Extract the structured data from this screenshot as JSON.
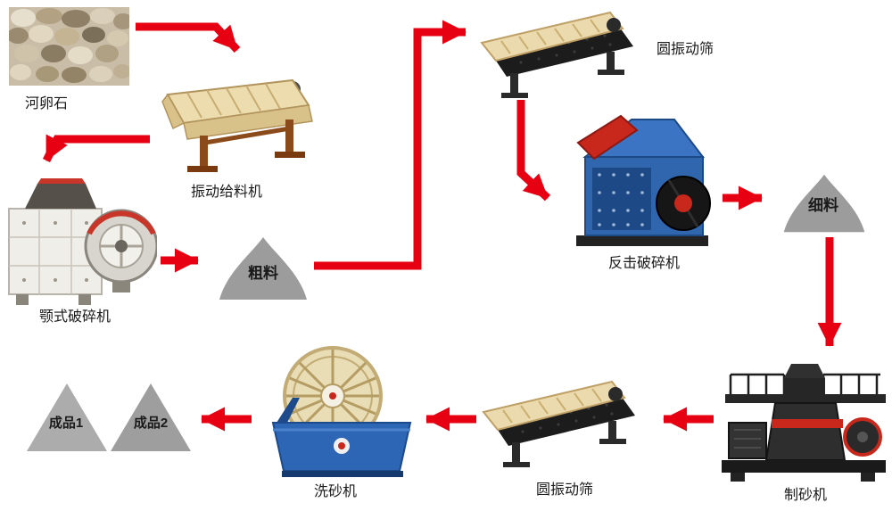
{
  "colors": {
    "arrow": "#e60012",
    "cone_fill": "#9c9c9c",
    "triangle_fill": "#a8a8a8",
    "machine_cream": "#ebdaad",
    "machine_blue": "#2d66b5"
  },
  "nodes": {
    "pebbles": {
      "label": "河卵石"
    },
    "feeder": {
      "label": "振动给料机"
    },
    "jaw_crusher": {
      "label": "颚式破碎机"
    },
    "coarse_material": {
      "label": "粗料"
    },
    "screen_top": {
      "label": "圆振动筛"
    },
    "impact_crusher": {
      "label": "反击破碎机"
    },
    "fine_material": {
      "label": "细料"
    },
    "sand_maker": {
      "label": "制砂机"
    },
    "screen_bottom": {
      "label": "圆振动筛"
    },
    "sand_washer": {
      "label": "洗砂机"
    },
    "product_1": {
      "label": "成品1"
    },
    "product_2": {
      "label": "成品2"
    }
  },
  "flow": [
    {
      "from": "pebbles",
      "to": "feeder"
    },
    {
      "from": "feeder",
      "to": "jaw_crusher"
    },
    {
      "from": "jaw_crusher",
      "to": "coarse_material"
    },
    {
      "from": "coarse_material",
      "to": "screen_top"
    },
    {
      "from": "screen_top",
      "to": "impact_crusher"
    },
    {
      "from": "impact_crusher",
      "to": "fine_material"
    },
    {
      "from": "fine_material",
      "to": "sand_maker"
    },
    {
      "from": "sand_maker",
      "to": "screen_bottom"
    },
    {
      "from": "screen_bottom",
      "to": "sand_washer"
    },
    {
      "from": "sand_washer",
      "to": "products"
    }
  ]
}
